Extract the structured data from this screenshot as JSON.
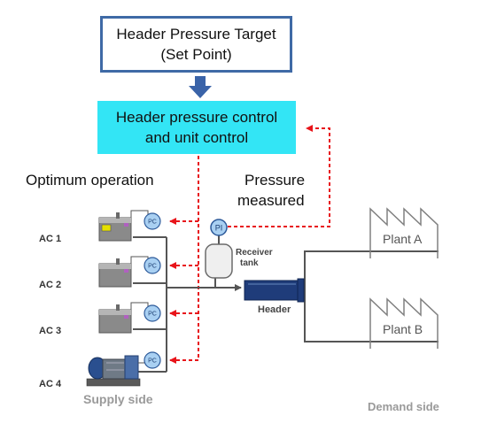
{
  "set_point": {
    "line1": "Header Pressure Target",
    "line2": "(Set Point)"
  },
  "control": {
    "line1": "Header pressure control",
    "line2": "and unit control"
  },
  "labels": {
    "optimum": "Optimum operation",
    "pressure_line1": "Pressure",
    "pressure_line2": "measured",
    "supply_side": "Supply side",
    "demand_side": "Demand side",
    "receiver_line1": "Receiver",
    "receiver_line2": "tank",
    "header": "Header",
    "pi": "PI",
    "pc": "PC"
  },
  "compressors": [
    "AC 1",
    "AC 2",
    "AC 3",
    "AC 4"
  ],
  "plants": [
    "Plant A",
    "Plant B"
  ],
  "colors": {
    "set_point_border": "#3f6aa6",
    "control_fill": "#33e5f5",
    "arrow_blue": "#3a63a8",
    "signal_red": "#e8141a",
    "pipe": "#555555",
    "header_fill": "#1f3c7a",
    "pc_fill": "#a9d0f2",
    "plant_stroke": "#808080"
  }
}
